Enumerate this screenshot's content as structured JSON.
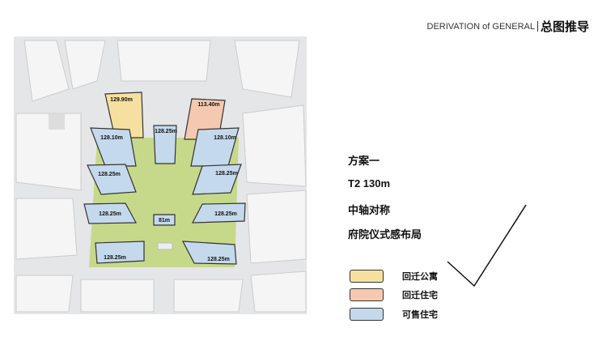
{
  "header": {
    "en": "DERIVATION of GENERAL",
    "cn": "总图推导"
  },
  "plan": {
    "lines": [
      "方案一",
      "T2 130m",
      "中轴对称",
      "府院仪式感布局"
    ]
  },
  "legend": [
    {
      "label": "回迁公寓",
      "color": "#f6e0a0"
    },
    {
      "label": "回迁住宅",
      "color": "#f4c9b0"
    },
    {
      "label": "可售住宅",
      "color": "#c5d9ec"
    }
  ],
  "buildings": {
    "yellow": "129.90m",
    "orange": "113.40m",
    "center_top": "128.25m",
    "l1": "128.10m",
    "r1": "128.10m",
    "l2": "128.25m",
    "r2": "128.25m",
    "l3": "128.25m",
    "r3": "128.25m",
    "center": "81m",
    "l4": "128.25m",
    "r4": "128.25m"
  }
}
